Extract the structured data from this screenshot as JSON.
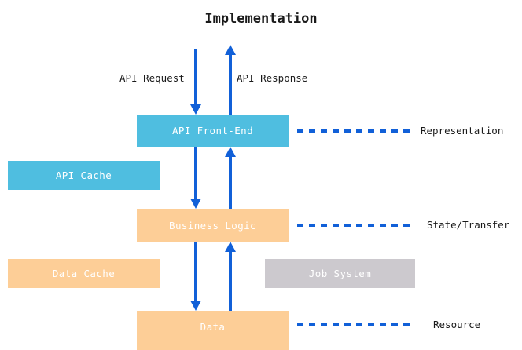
{
  "diagram": {
    "title": "Implementation",
    "type": "layered-architecture-diagram",
    "colors": {
      "api_layer": "#4FBEE0",
      "logic_layer": "#FDCE97",
      "auxiliary": "#CCC9CE",
      "arrow": "#1160D8",
      "text_on_box": "#FFFFFF",
      "text_plain": "#1A1A1A",
      "background": "#FFFFFF"
    },
    "nodes": [
      {
        "id": "api-front-end",
        "label": "API Front-End",
        "color": "#4FBEE0",
        "column": "center"
      },
      {
        "id": "api-cache",
        "label": "API Cache",
        "color": "#4FBEE0",
        "column": "left"
      },
      {
        "id": "business-logic",
        "label": "Business Logic",
        "color": "#FDCE97",
        "column": "center"
      },
      {
        "id": "data-cache",
        "label": "Data Cache",
        "color": "#FDCE97",
        "column": "left"
      },
      {
        "id": "job-system",
        "label": "Job System",
        "color": "#CCC9CE",
        "column": "right"
      },
      {
        "id": "data",
        "label": "Data",
        "color": "#FDCE97",
        "column": "center"
      }
    ],
    "arrow_captions": {
      "request": "API Request",
      "response": "API Response"
    },
    "tier_labels": [
      {
        "id": "representation",
        "label": "Representation",
        "aligned_to": "api-front-end"
      },
      {
        "id": "state-transfer",
        "label": "State/Transfer",
        "aligned_to": "business-logic"
      },
      {
        "id": "resource",
        "label": "Resource",
        "aligned_to": "data"
      }
    ],
    "flows": [
      {
        "from": "external",
        "to": "api-front-end",
        "direction": "down",
        "caption": "API Request"
      },
      {
        "from": "api-front-end",
        "to": "external",
        "direction": "up",
        "caption": "API Response"
      },
      {
        "from": "api-front-end",
        "to": "business-logic",
        "direction": "down",
        "caption": ""
      },
      {
        "from": "business-logic",
        "to": "api-front-end",
        "direction": "up",
        "caption": ""
      },
      {
        "from": "business-logic",
        "to": "data",
        "direction": "down",
        "caption": ""
      },
      {
        "from": "data",
        "to": "business-logic",
        "direction": "up",
        "caption": ""
      }
    ]
  }
}
